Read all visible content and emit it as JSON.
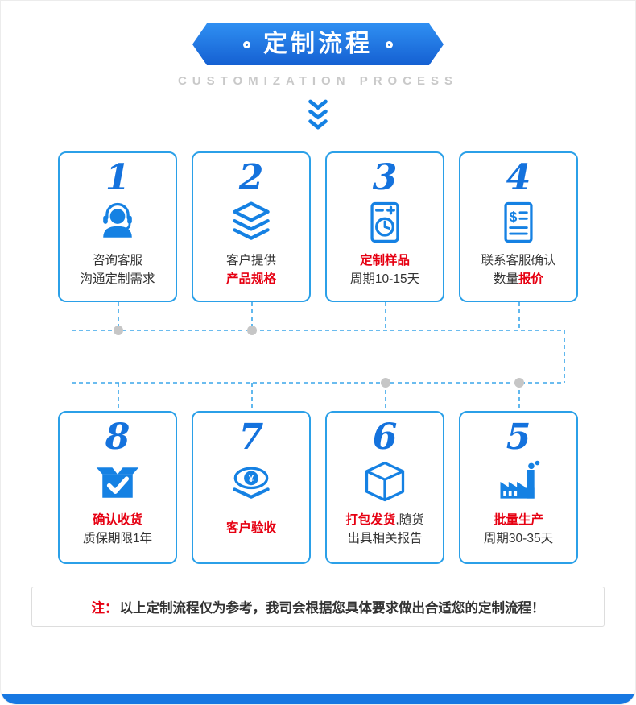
{
  "banner": {
    "title": "定制流程",
    "subtitle": "CUSTOMIZATION PROCESS"
  },
  "steps": [
    {
      "number": "1",
      "icon": "headset-agent-icon",
      "lines": [
        [
          {
            "t": "咨询客服",
            "red": false
          }
        ],
        [
          {
            "t": "沟通定制需求",
            "red": false
          }
        ]
      ]
    },
    {
      "number": "2",
      "icon": "stacked-layers-icon",
      "lines": [
        [
          {
            "t": "客户提供",
            "red": false
          }
        ],
        [
          {
            "t": "产品规格",
            "red": true
          }
        ]
      ]
    },
    {
      "number": "3",
      "icon": "sample-machine-icon",
      "lines": [
        [
          {
            "t": "定制样品",
            "red": true
          }
        ],
        [
          {
            "t": "周期10-15天",
            "red": false
          }
        ]
      ]
    },
    {
      "number": "4",
      "icon": "price-document-icon",
      "lines": [
        [
          {
            "t": "联系客服确认",
            "red": false
          }
        ],
        [
          {
            "t": "数量",
            "red": false
          },
          {
            "t": "报价",
            "red": true
          }
        ]
      ]
    },
    {
      "number": "8",
      "icon": "box-check-icon",
      "lines": [
        [
          {
            "t": "确认收货",
            "red": true
          }
        ],
        [
          {
            "t": "质保期限1年",
            "red": false
          }
        ]
      ]
    },
    {
      "number": "7",
      "icon": "badge-yen-icon",
      "lines": [
        [
          {
            "t": "客户验收",
            "red": true
          }
        ]
      ]
    },
    {
      "number": "6",
      "icon": "package-box-icon",
      "lines": [
        [
          {
            "t": "打包发货",
            "red": true
          },
          {
            "t": ",随货",
            "red": false
          }
        ],
        [
          {
            "t": "出具相关报告",
            "red": false
          }
        ]
      ]
    },
    {
      "number": "5",
      "icon": "factory-icon",
      "lines": [
        [
          {
            "t": "批量生产",
            "red": true
          }
        ],
        [
          {
            "t": "周期30-35天",
            "red": false
          }
        ]
      ]
    }
  ],
  "note": {
    "prefix": "注：",
    "body": "以上定制流程仅为参考，我司会根据您具体要求做出合适您的定制流程！"
  },
  "glyphs": {
    "dollar": "$",
    "yen": "¥"
  },
  "colors": {
    "primary_blue": "#1778e2",
    "icon_blue": "#1581e3",
    "card_border_blue": "#2ba0e8",
    "number_blue": "#1472dd",
    "accent_red": "#e60012",
    "subtitle_gray": "#c9c9c9",
    "connector_dot_gray": "#c6c6c6"
  }
}
